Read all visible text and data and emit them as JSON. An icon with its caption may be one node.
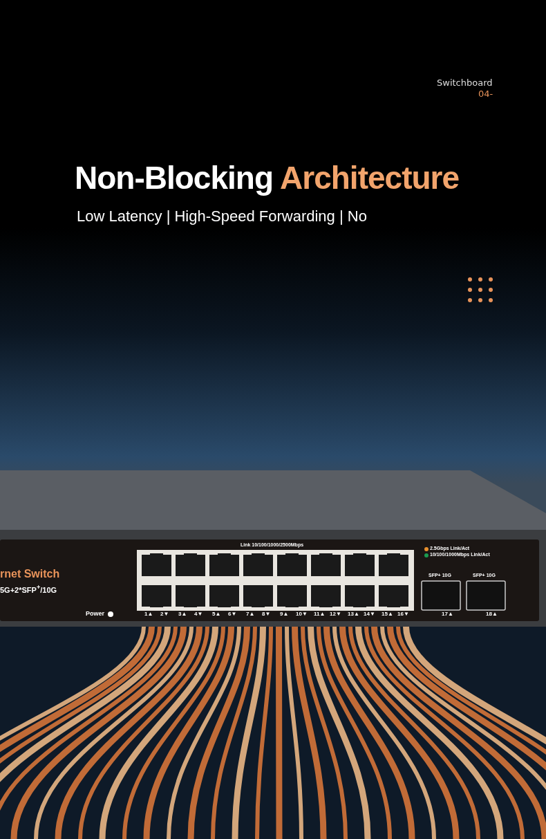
{
  "diagram": {
    "title": "Non-Blocking Architecture",
    "labels": [
      "Switchboard",
      "04-",
      "Low Latency | High-Speed Forwarding | No",
      "rnet Switch",
      "5G+2*SFP$^{+}$/10G",
      "Link 10/100/1000/2500Mbps",
      "SFP+ 10G",
      "SFP+ 10G",
      "Power",
      "1▲",
      "2▼",
      "3▲",
      "4▼",
      "5▲",
      "6▼",
      "7▲",
      "8▼",
      "9▲",
      "10▼",
      "11▲",
      "12▼",
      "13▲",
      "14▼",
      "15▲",
      "16▼",
      "17▲",
      "18▲"
    ],
    "legend": [
      {
        "text": "2.5Gbps Link/Act",
        "color": "#e8902e"
      },
      {
        "text": "10/100/1000Mbps Link/Act",
        "color": "#1a9a50"
      }
    ]
  }
}
